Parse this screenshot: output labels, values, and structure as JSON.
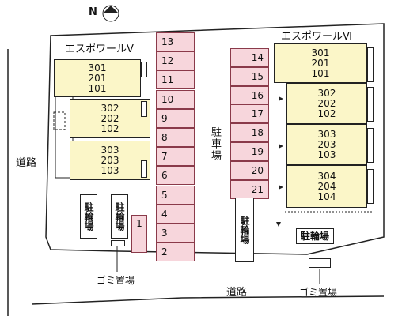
{
  "north_label": "N",
  "building_v": {
    "name": "エスポワールⅤ",
    "units": [
      {
        "floors": [
          "301",
          "201",
          "101"
        ]
      },
      {
        "floors": [
          "302",
          "202",
          "102"
        ]
      },
      {
        "floors": [
          "303",
          "203",
          "103"
        ]
      }
    ]
  },
  "building_vi": {
    "name": "エスポワールⅥ",
    "units": [
      {
        "floors": [
          "301",
          "201",
          "101"
        ]
      },
      {
        "floors": [
          "302",
          "202",
          "102"
        ]
      },
      {
        "floors": [
          "303",
          "203",
          "103"
        ]
      },
      {
        "floors": [
          "304",
          "204",
          "104"
        ]
      }
    ]
  },
  "parking_label": "駐車場",
  "parking_center": [
    "13",
    "12",
    "11",
    "10",
    "9",
    "8",
    "7",
    "6",
    "5",
    "4",
    "3",
    "2"
  ],
  "parking_single": "1",
  "parking_right": [
    "14",
    "15",
    "16",
    "17",
    "18",
    "19",
    "20",
    "21"
  ],
  "bike_parking_label": "駐輪場",
  "road_label": "道路",
  "garbage_label": "ゴミ置場"
}
